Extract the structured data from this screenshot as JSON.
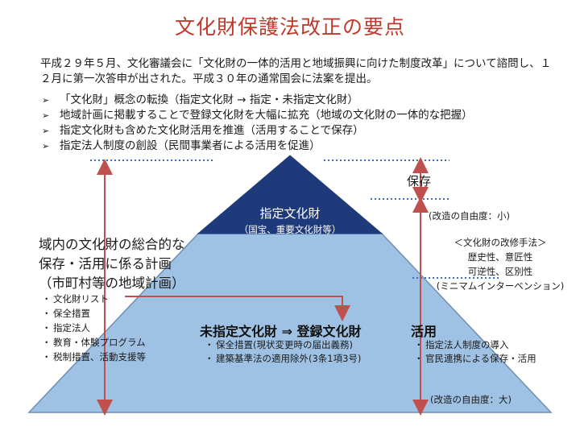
{
  "title": "文化財保護法改正の要点",
  "intro": "平成２９年５月、文化審議会に「文化財の一体的活用と地域振興に向けた制度改革」について諮問し、１２月に第一次答申が出された。平成３０年の通常国会に法案を提出。",
  "bullets": [
    "「文化財」概念の転換（指定文化財 → 指定・未指定文化財）",
    "地域計画に掲載することで登録文化財を大幅に拡充（地域の文化財の一体的な把握）",
    "指定文化財も含めた文化財活用を推進（活用することで保存）",
    "指定法人制度の創設（民間事業者による活用を促進）"
  ],
  "bullet_marker": "➢",
  "pyramid": {
    "top_title": "指定文化財",
    "top_sub": "（国宝、重要文化財等）",
    "bottom_heading": "未指定文化財 ⇒ 登録文化財",
    "bottom_items": [
      "保全措置(現状変更時の届出義務)",
      "建築基準法の適用除外(3条1項3号)"
    ]
  },
  "left": {
    "lines": [
      "域内の文化財の総合的な",
      "保存・活用に係る計画",
      "（市町村等の地域計画）"
    ],
    "items": [
      "文化財リスト",
      "保全措置",
      "指定法人",
      "教育・体験プログラム",
      "税制措置、活動支援等"
    ]
  },
  "right": {
    "hozon": "保存",
    "freedom_small": "(改造の自由度：小)",
    "methods_title": "＜文化財の改修手法＞",
    "methods": [
      "歴史性、意匠性",
      "可逆性、区別性",
      "(ミニマムインターベンション)"
    ],
    "katsuyo": "活用",
    "katsuyo_items": [
      "指定法人制度の導入",
      "官民連携による保存・活用"
    ],
    "freedom_large": "(改造の自由度：大)"
  },
  "list_marker": "・",
  "colors": {
    "title": "#c0392b",
    "pyramid_top": "#1f3a7a",
    "pyramid_bottom": "#9fc2e4",
    "pyramid_edge": "#6f8fb3",
    "red_arrow": "#c0504d",
    "dotted": "#3a6fb5"
  }
}
